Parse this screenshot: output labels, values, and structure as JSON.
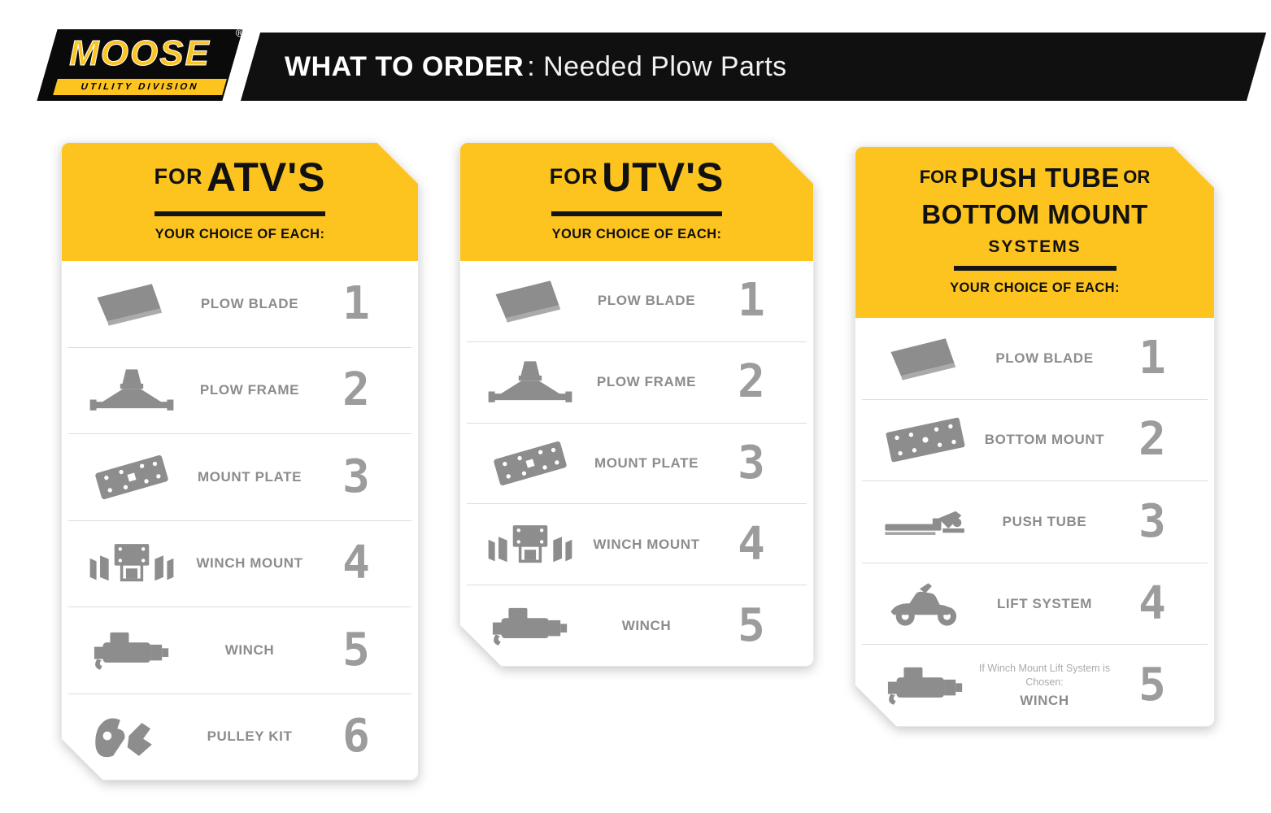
{
  "colors": {
    "yellow": "#FDC41F",
    "black": "#101010",
    "icon_gray": "#8d8d8d",
    "number_gray": "#9c9c9c"
  },
  "header": {
    "logo_line1": "MOOSE",
    "logo_line2": "UTILITY DIVISION",
    "logo_reg": "®",
    "title_strong": "WHAT TO ORDER",
    "title_rest": ": Needed Plow Parts"
  },
  "cards": [
    {
      "title_prefix": "FOR",
      "title_main": "ATV'S",
      "choice_label": "YOUR CHOICE OF EACH:",
      "rows": [
        {
          "label": "PLOW BLADE",
          "number": "1",
          "icon": "plow-blade"
        },
        {
          "label": "PLOW FRAME",
          "number": "2",
          "icon": "plow-frame"
        },
        {
          "label": "MOUNT PLATE",
          "number": "3",
          "icon": "mount-plate"
        },
        {
          "label": "WINCH MOUNT",
          "number": "4",
          "icon": "winch-mount"
        },
        {
          "label": "WINCH",
          "number": "5",
          "icon": "winch"
        },
        {
          "label": "PULLEY KIT",
          "number": "6",
          "icon": "pulley-kit"
        }
      ]
    },
    {
      "title_prefix": "FOR",
      "title_main": "UTV'S",
      "choice_label": "YOUR CHOICE OF EACH:",
      "rows": [
        {
          "label": "PLOW BLADE",
          "number": "1",
          "icon": "plow-blade"
        },
        {
          "label": "PLOW FRAME",
          "number": "2",
          "icon": "plow-frame"
        },
        {
          "label": "MOUNT PLATE",
          "number": "3",
          "icon": "mount-plate"
        },
        {
          "label": "WINCH MOUNT",
          "number": "4",
          "icon": "winch-mount"
        },
        {
          "label": "WINCH",
          "number": "5",
          "icon": "winch"
        }
      ]
    },
    {
      "title_prefix": "FOR",
      "title_line1": "PUSH TUBE",
      "title_or": "OR",
      "title_line2": "BOTTOM MOUNT",
      "title_line3": "SYSTEMS",
      "choice_label": "YOUR CHOICE OF EACH:",
      "rows": [
        {
          "label": "PLOW BLADE",
          "number": "1",
          "icon": "plow-blade"
        },
        {
          "label": "BOTTOM MOUNT",
          "number": "2",
          "icon": "bottom-mount"
        },
        {
          "label": "PUSH TUBE",
          "number": "3",
          "icon": "push-tube"
        },
        {
          "label": "LIFT SYSTEM",
          "number": "4",
          "icon": "lift-system"
        },
        {
          "label": "WINCH",
          "number": "5",
          "icon": "winch",
          "note": "If Winch Mount Lift System is Chosen:"
        }
      ]
    }
  ]
}
